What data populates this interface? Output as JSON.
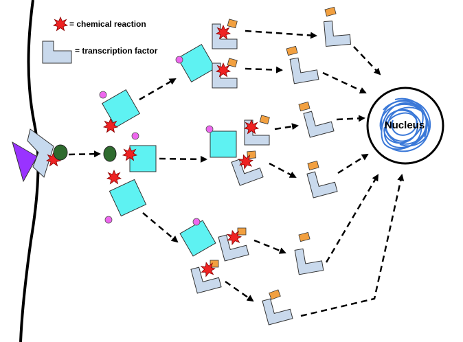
{
  "legend": {
    "reaction_label": "= chemical reaction",
    "factor_label": "= transcription factor"
  },
  "nucleus": {
    "label": "Nucleus"
  },
  "colors": {
    "receptor_purple": "#9933ff",
    "receptor_body": "#c6d9ee",
    "kinase_cyan": "#5ef2f2",
    "phosphate_magenta": "#ee66ee",
    "ligand_green": "#2e6b2e",
    "reaction_red": "#ee2222",
    "factor_blue": "#c9d9ec",
    "fragment_orange": "#f2a040",
    "dna_blue": "#3a78d8"
  }
}
